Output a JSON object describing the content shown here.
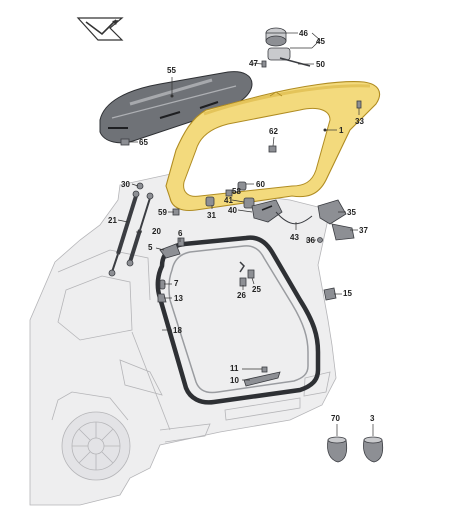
{
  "diagram": {
    "part_numbers": [
      "46",
      "45",
      "47",
      "50",
      "55",
      "1",
      "33",
      "62",
      "65",
      "30",
      "60",
      "58",
      "41",
      "40",
      "35",
      "37",
      "36",
      "43",
      "21",
      "20",
      "59",
      "31",
      "6",
      "5",
      "7",
      "13",
      "26",
      "25",
      "15",
      "18",
      "11",
      "10",
      "70",
      "3"
    ],
    "colors": {
      "tailgate_fill": "#f3da7d",
      "tailgate_stroke": "#b08c22",
      "car_body": "#eeeeef",
      "part_dark": "#3b3d42",
      "seal": "#2e3034"
    },
    "icons": [
      "aim-logo-icon"
    ]
  }
}
